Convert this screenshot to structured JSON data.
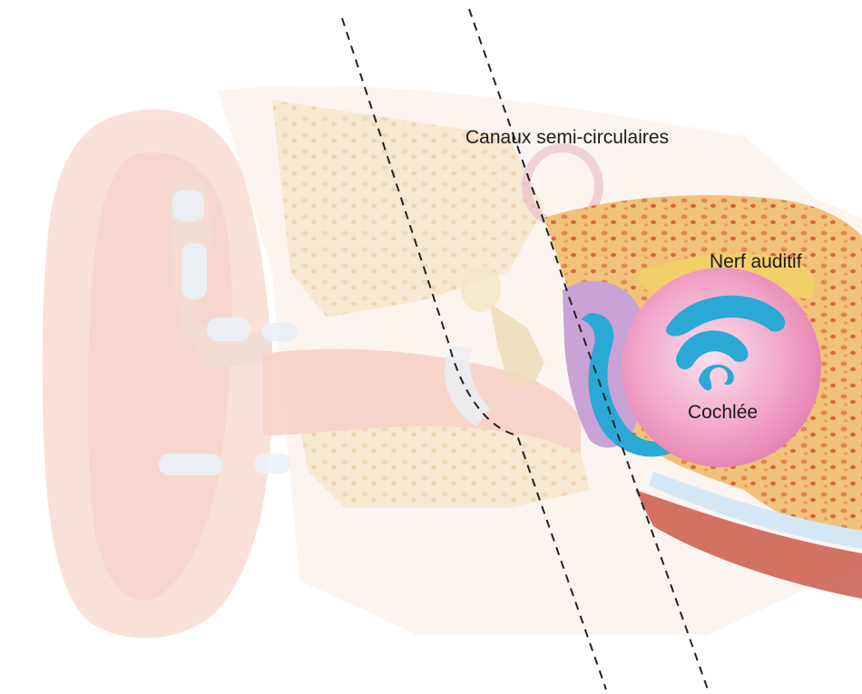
{
  "labels": {
    "semicircular_canals": "Canaux semi-circulaires",
    "auditory_nerve": "Nerf auditif",
    "cochlea": "Cochlée"
  },
  "colors": {
    "outer_ear_skin": "#f9dcd3",
    "faded_bone": "#f6e4cc",
    "bone": "#f1c27a",
    "bone_pores": "#d9663c",
    "cochlea_pink": "#f2a7c9",
    "cochlea_blue": "#2aa9d6",
    "vestibule_purple": "#c9a2d6",
    "nerve_yellow": "#f3cf6a",
    "muscle_red": "#c95a4a",
    "divider": "#222222"
  }
}
